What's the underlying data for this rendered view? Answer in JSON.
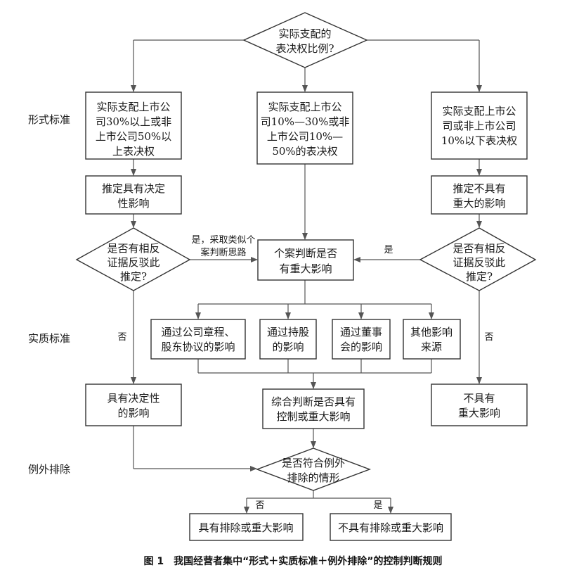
{
  "diagram": {
    "start": {
      "line1": "实际支配的",
      "line2": "表决权比例?"
    },
    "formal_left": {
      "line1": "实际支配上市公",
      "line2": "司30%以上或非",
      "line3": "上市公司50%以",
      "line4": "上表决权"
    },
    "formal_mid": {
      "line1": "实际支配上市公",
      "line2": "司10%—30%或非",
      "line3": "上市公司10%—",
      "line4": "50%的表决权"
    },
    "formal_right": {
      "line1": "实际支配上市公",
      "line2": "司或非上市公司",
      "line3": "10%以下表决权"
    },
    "presume_left": {
      "line1": "推定具有决定",
      "line2": "性影响"
    },
    "presume_right": {
      "line1": "推定不具有",
      "line2": "重大的影响"
    },
    "rebut_left": {
      "line1": "是否有相反",
      "line2": "证据反驳此",
      "line3": "推定?"
    },
    "rebut_right": {
      "line1": "是否有相反",
      "line2": "证据反驳此",
      "line3": "推定?"
    },
    "case_judge": {
      "line1": "个案判断是否",
      "line2": "有重大影响"
    },
    "yes_left_label": {
      "line1": "是，采取类似个",
      "line2": "案判断思路"
    },
    "yes_right_label": "是",
    "no_left_label": "否",
    "no_right_label": "否",
    "sub1": {
      "line1": "通过公司章程、",
      "line2": "股东协议的影响"
    },
    "sub2": {
      "line1": "通过持股",
      "line2": "的影响"
    },
    "sub3": {
      "line1": "通过董事",
      "line2": "会的影响"
    },
    "sub4": {
      "line1": "其他影响",
      "line2": "来源"
    },
    "decisive": {
      "line1": "具有决定性",
      "line2": "的影响"
    },
    "no_major": {
      "line1": "不具有",
      "line2": "重大影响"
    },
    "synthesis": {
      "line1": "综合判断是否具有",
      "line2": "控制或重大影响"
    },
    "exception": {
      "line1": "是否符合例外",
      "line2": "排除的情形"
    },
    "exc_no_label": "否",
    "exc_yes_label": "是",
    "result_left": "具有排除或重大影响",
    "result_right": "不具有排除或重大影响",
    "stage_labels": {
      "formal": "形式标准",
      "substantive": "实质标准",
      "exception": "例外排除"
    },
    "caption": "图 1　我国经营者集中“形式＋实质标准＋例外排除”的控制判断规则"
  }
}
